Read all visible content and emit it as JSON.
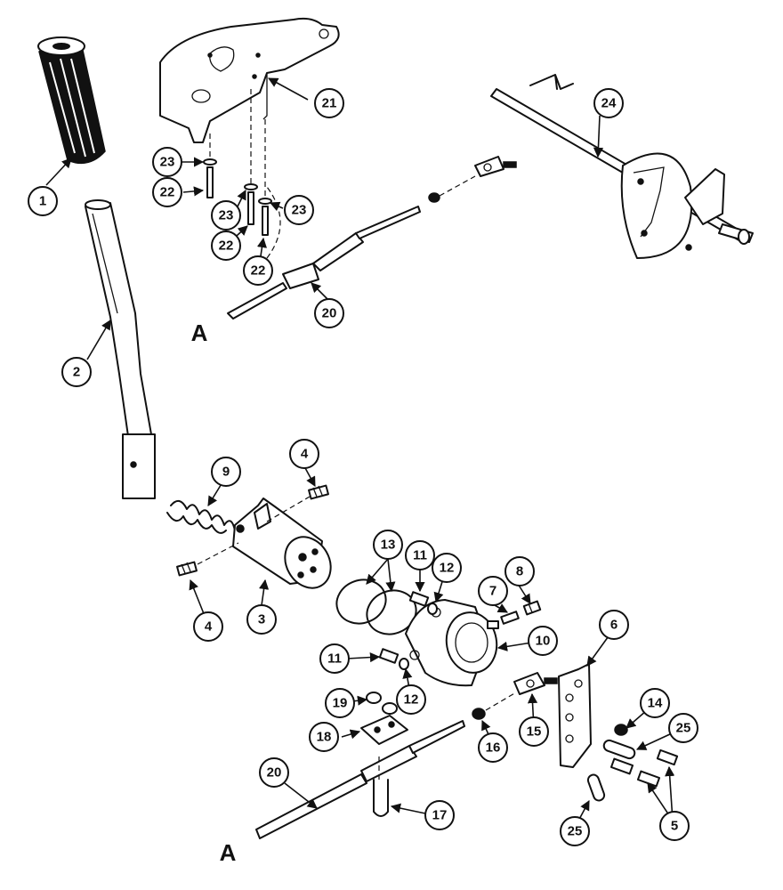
{
  "references": [
    "A",
    "A"
  ],
  "callouts": [
    "1",
    "2",
    "3",
    "4",
    "4",
    "5",
    "6",
    "7",
    "8",
    "9",
    "10",
    "11",
    "11",
    "12",
    "12",
    "13",
    "14",
    "15",
    "16",
    "17",
    "18",
    "19",
    "20",
    "20",
    "21",
    "22",
    "22",
    "22",
    "23",
    "23",
    "23",
    "24",
    "25",
    "25"
  ]
}
